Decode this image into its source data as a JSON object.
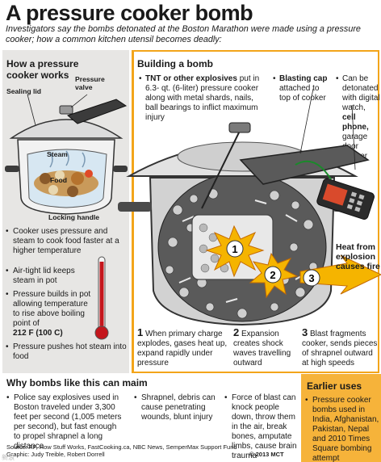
{
  "title": "A pressure cooker bomb",
  "subtitle": "Investigators say the bombs detonated at the Boston Marathon were made using a pressure cooker; how a common kitchen utensil becomes deadly:",
  "how_it_works": {
    "heading": "How a pressure cooker works",
    "labels": {
      "sealing_lid": "Sealing lid",
      "pressure_valve": "Pressure valve",
      "steam": "Steam",
      "food": "Food",
      "locking_handle": "Locking handle"
    },
    "bullets": [
      "Cooker uses pressure and steam to cook food faster at a higher temperature",
      "Air-tight lid keeps steam in pot",
      "Pressure builds in pot allowing temperature to rise above boiling point of",
      "Pressure pushes hot steam into food"
    ],
    "boiling_temp": "212 F (100 C)"
  },
  "building": {
    "heading": "Building a bomb",
    "tnt": {
      "bold": "TNT or other explosives",
      "text": " put in 6.3- qt. (6-liter) pressure cooker along with metal shards, nails, ball bearings to inflict maximum injury"
    },
    "cap": {
      "bold": "Blasting cap",
      "text": " attached to top of cooker"
    },
    "detonator": {
      "text": "Can be detonated with digital watch, ",
      "bold": "cell phone,",
      "tail": " garage door opener"
    },
    "heat_label": "Heat from explosion causes fire",
    "steps": [
      {
        "num": "1",
        "text": " When primary charge explodes, gases heat up, expand rapidly under pressure"
      },
      {
        "num": "2",
        "text": " Expansion creates shock waves travelling outward"
      },
      {
        "num": "3",
        "text": " Blast fragments cooker, sends pieces of shrapnel outward at high speeds"
      }
    ]
  },
  "why": {
    "heading": "Why bombs like this can maim",
    "items": [
      "Police say explosives used in Boston traveled under 3,300 feet per second (1,005 meters per second), but fast enough to propel shrapnel a long distance",
      "Shrapnel, debris can cause penetrating wounds, blunt injury",
      "Force of blast can knock people down, throw them in the air, break bones, amputate limbs, cause brain trauma"
    ]
  },
  "earlier": {
    "heading": "Earlier uses",
    "text": "Pressure cooker bombs used in India, Afghanistan, Pakistan, Nepal and 2010 Times Square bombing attempt"
  },
  "source": "Source: AP, How Stuff Works, FastCooking.ca, NBC News, SemperMax Support Fund",
  "graphic": "Graphic: Judy Treible, Robert Dorrell",
  "copyright": "© 2013 MCT",
  "watermark": "新浪",
  "bullet_symbol": "•",
  "colors": {
    "accent": "#f3a51a",
    "earlier_bg": "#f6b33a",
    "panel_bg": "#e7e6e4",
    "thermo_red": "#c4161c",
    "explosion": "#f5b400"
  }
}
